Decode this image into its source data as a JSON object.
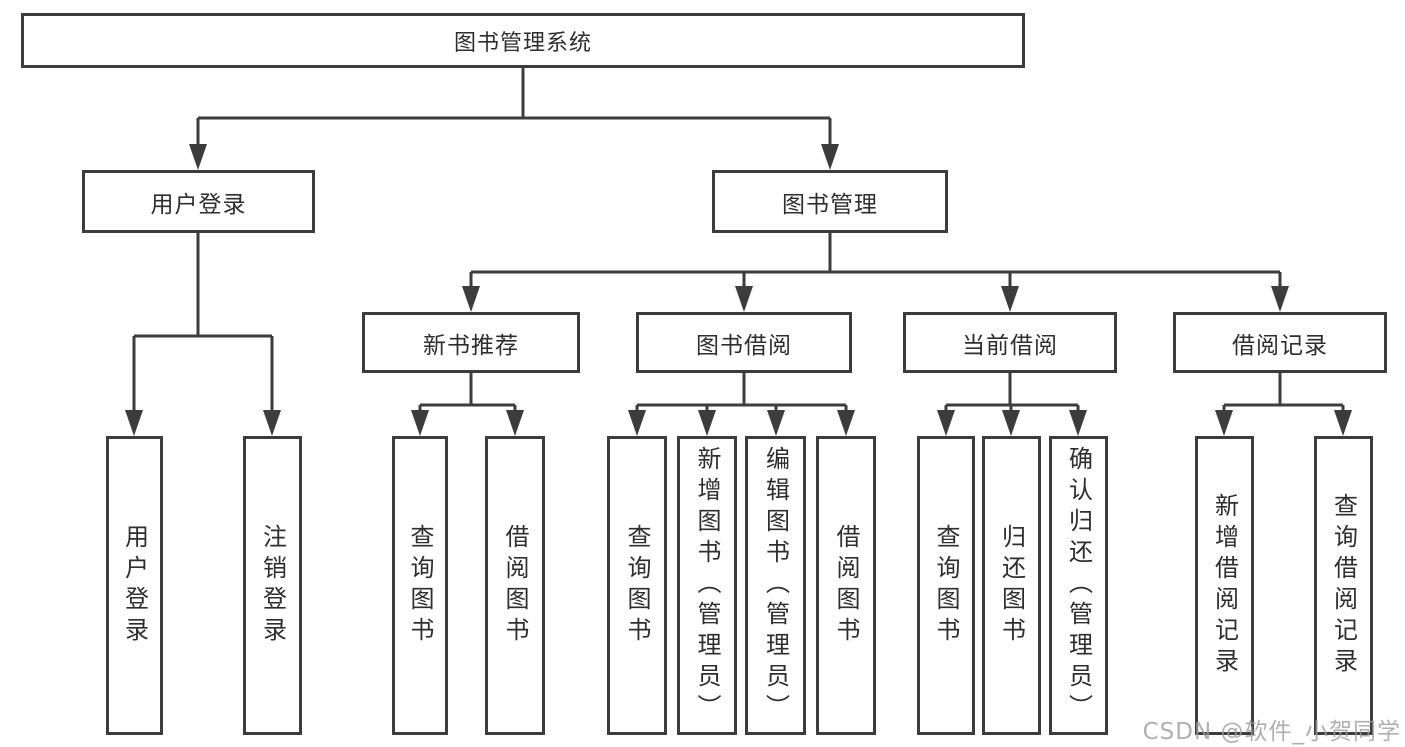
{
  "diagram": {
    "nodes": {
      "root": "图书管理系统",
      "user_login": "用户登录",
      "book_mgmt": "图书管理",
      "new_book_rec": "新书推荐",
      "book_borrow": "图书借阅",
      "current_borrow": "当前借阅",
      "borrow_record": "借阅记录",
      "leaf_user_login": "用户登录",
      "leaf_logout": "注销登录",
      "leaf_nbr_query": "查询图书",
      "leaf_nbr_borrow": "借阅图书",
      "leaf_bb_query": "查询图书",
      "leaf_bb_add": "新增图书（管理员）",
      "leaf_bb_edit": "编辑图书（管理员）",
      "leaf_bb_borrow": "借阅图书",
      "leaf_cb_query": "查询图书",
      "leaf_cb_return": "归还图书",
      "leaf_cb_confirm": "确认归还（管理员）",
      "leaf_br_add": "新增借阅记录",
      "leaf_br_query": "查询借阅记录"
    },
    "colors": {
      "line": "#3c3c3c",
      "text": "#2e2e2e",
      "background": "#ffffff",
      "watermark": "#9e9e9e"
    }
  },
  "watermark": {
    "text": "CSDN @软件_小贺同学"
  }
}
